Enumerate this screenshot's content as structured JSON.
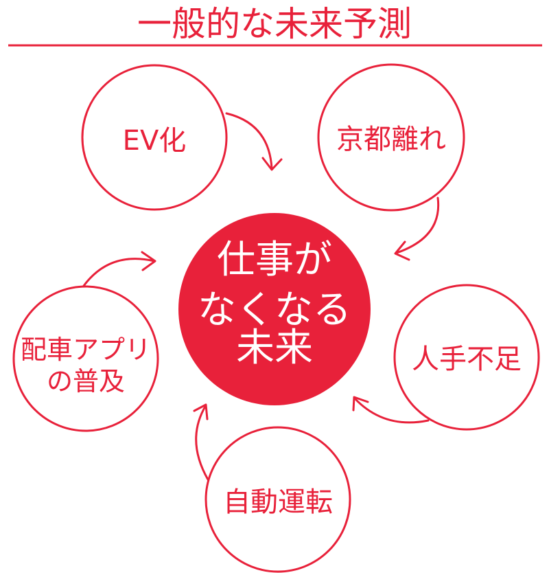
{
  "title": "一般的な未来予測",
  "accent_color": "#e8213a",
  "center": {
    "lines": [
      "仕事が",
      "なくなる",
      "未来"
    ]
  },
  "factors": [
    {
      "id": "ev",
      "label": "EV化"
    },
    {
      "id": "kyoto",
      "label": "京都離れ"
    },
    {
      "id": "labor",
      "label": "人手不足"
    },
    {
      "id": "auto",
      "label": "自動運転"
    },
    {
      "id": "app",
      "lines": [
        "配車アプリ",
        "の普及"
      ]
    }
  ]
}
